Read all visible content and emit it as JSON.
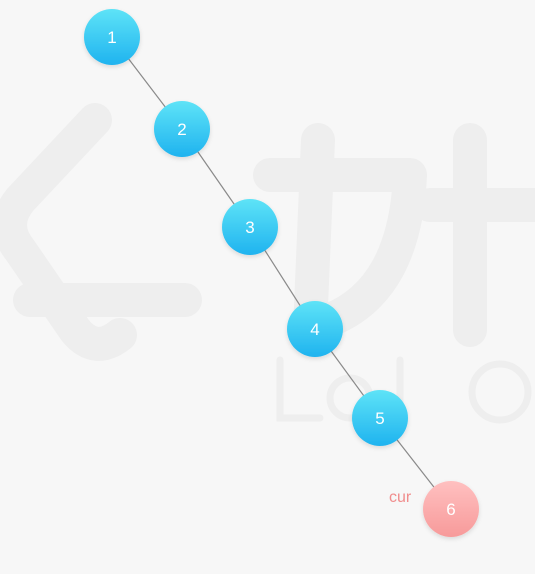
{
  "diagram": {
    "type": "linked-list-tree",
    "nodes": [
      {
        "id": "1",
        "label": "1",
        "state": "normal"
      },
      {
        "id": "2",
        "label": "2",
        "state": "normal"
      },
      {
        "id": "3",
        "label": "3",
        "state": "normal"
      },
      {
        "id": "4",
        "label": "4",
        "state": "normal"
      },
      {
        "id": "5",
        "label": "5",
        "state": "normal"
      },
      {
        "id": "6",
        "label": "6",
        "state": "current"
      }
    ],
    "edges": [
      {
        "from": "1",
        "to": "2"
      },
      {
        "from": "2",
        "to": "3"
      },
      {
        "from": "3",
        "to": "4"
      },
      {
        "from": "4",
        "to": "5"
      },
      {
        "from": "5",
        "to": "6"
      }
    ],
    "pointer_label": "cur",
    "colors": {
      "background": "#f7f7f7",
      "edge": "#8a8a8a",
      "node_gradient_top": "#5ee3f7",
      "node_gradient_bottom": "#1fb3ef",
      "current_top": "#ffc0c0",
      "current_bottom": "#f79a9a",
      "pointer_text": "#f08d8d"
    }
  }
}
